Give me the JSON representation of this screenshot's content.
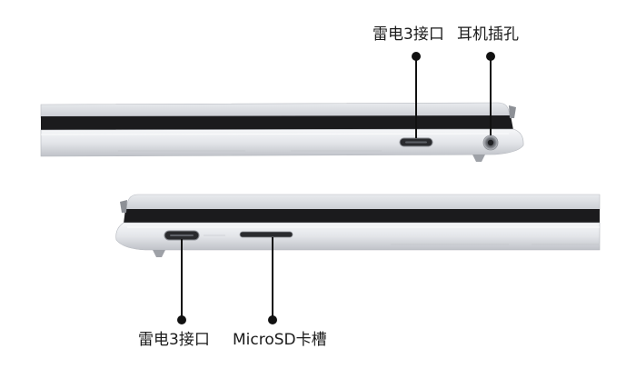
{
  "labels": {
    "top_thunderbolt": "雷电3接口",
    "top_headphone": "耳机插孔",
    "bottom_thunderbolt": "雷电3接口",
    "bottom_microsd": "MicroSD卡槽"
  },
  "colors": {
    "leader": "#111111",
    "body_light": "#f2f3f5",
    "body_mid": "#d9dbe0",
    "body_dark": "#b6b9bf",
    "hinge_black": "#1b1b1d",
    "port_dark": "#2a2b2e"
  },
  "icons": [
    "leader-dot",
    "thunderbolt-port",
    "headphone-jack",
    "microsd-slot"
  ]
}
